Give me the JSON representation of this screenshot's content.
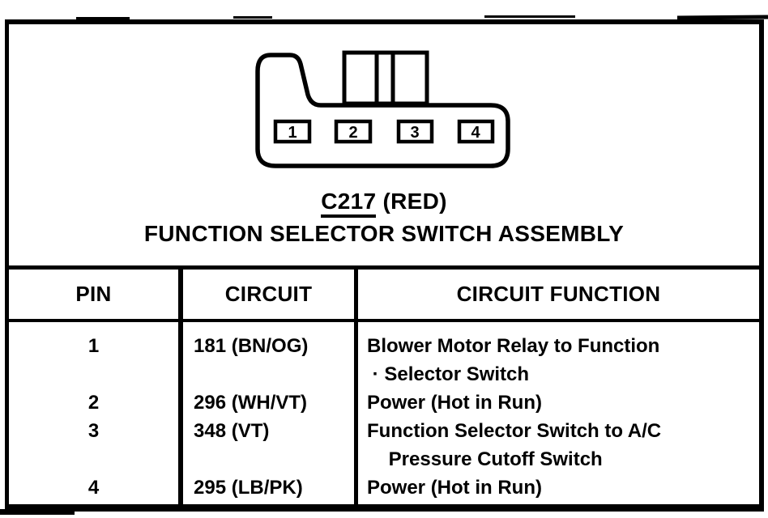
{
  "connector": {
    "id_label": "C217",
    "color_label": " (RED)",
    "assembly_name": "FUNCTION SELECTOR SWITCH ASSEMBLY",
    "pins": [
      "1",
      "2",
      "3",
      "4"
    ]
  },
  "table": {
    "headers": {
      "pin": "PIN",
      "circuit": "CIRCUIT",
      "function": "CIRCUIT FUNCTION"
    },
    "rows": [
      {
        "pin": "1",
        "circuit": "181 (BN/OG)",
        "function_lines": [
          "Blower Motor Relay to Function",
          " · Selector Switch"
        ]
      },
      {
        "pin": "2",
        "circuit": "296 (WH/VT)",
        "function_lines": [
          "Power (Hot in Run)"
        ]
      },
      {
        "pin": "3",
        "circuit": "348 (VT)",
        "function_lines": [
          "Function Selector Switch to A/C",
          "    Pressure Cutoff Switch"
        ]
      },
      {
        "pin": "4",
        "circuit": "295 (LB/PK)",
        "function_lines": [
          "Power (Hot in Run)"
        ]
      }
    ]
  },
  "colors": {
    "ink": "#000000",
    "paper": "#ffffff"
  }
}
